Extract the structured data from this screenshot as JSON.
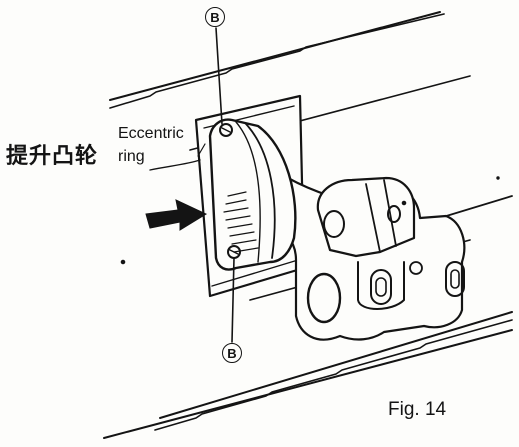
{
  "labels": {
    "cn_label": "提升凸轮",
    "part_line1": "Eccentric",
    "part_line2": "ring",
    "callout_top": "B",
    "callout_bottom": "B",
    "figure_caption": "Fig. 14"
  },
  "colors": {
    "ink": "#141414",
    "paper": "#fdfdfb"
  },
  "icons": {
    "arrow": "filled-arrow-right",
    "callout": "circled-letter"
  }
}
